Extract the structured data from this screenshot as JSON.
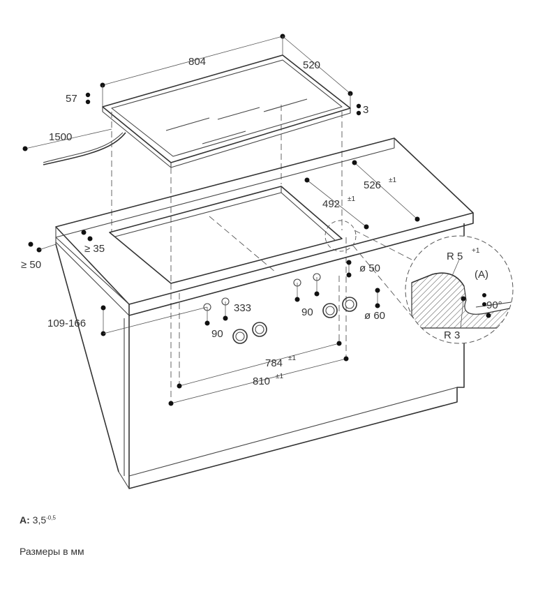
{
  "dimensions": {
    "length": "804",
    "depth": "520",
    "thickness_hob": "57",
    "thickness_edge": "3",
    "cable": "1500",
    "cut_depth": "526",
    "cut_depth_tol": "±1",
    "cut_depth_inner": "492",
    "cut_depth_inner_tol": "±1",
    "rear_distance": "≥ 35",
    "front_distance": "≥ 50",
    "knob_height": "109-166",
    "knob_spacing": "333",
    "knob_hole_left": "90",
    "knob_hole_right": "90",
    "hole_diameter": "ø 50",
    "knob_diameter": "ø 60",
    "cut_width_inner": "784",
    "cut_width_inner_tol": "±1",
    "cut_width": "810",
    "cut_width_tol": "±1"
  },
  "detail": {
    "radius_top": "R 5",
    "radius_top_tol": "+1",
    "label_a": "(A)",
    "angle": "90°",
    "radius_bottom": "R 3"
  },
  "notes": {
    "a_label": "A:",
    "a_value": "3,5",
    "a_tol": "-0,5",
    "units": "Размеры в мм"
  }
}
